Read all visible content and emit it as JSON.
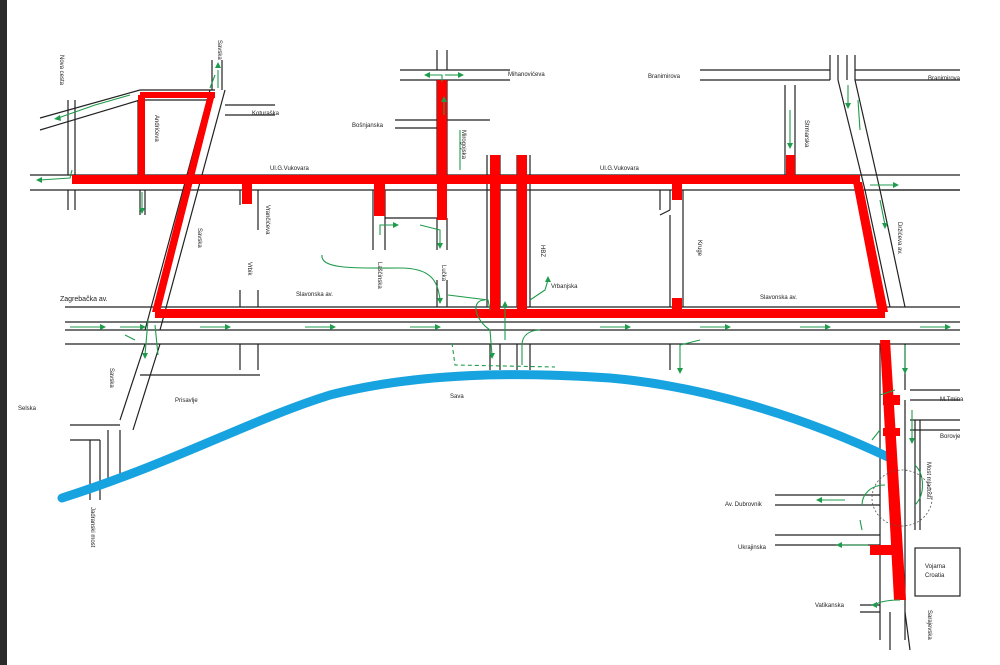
{
  "colors": {
    "closed_section": "#ff0000",
    "river": "#17a3e0",
    "detour": "#1e9b4b",
    "road": "#222222"
  },
  "streets": {
    "nova_cesta": "Nova cesta",
    "savska_top": "Savska",
    "koturaska": "Koturaška",
    "androvieva": "Andrićeva",
    "mihanoviceva": "Mihanovićeva",
    "branimirova_1": "Branimirova",
    "branimirova_2": "Branimirova",
    "bosnjanska": "Bošnjanska",
    "mirogojska": "Mirogojska",
    "strossmayer": "Strmarska",
    "vukovara_1": "Ul.G.Vukovara",
    "vukovara_2": "Ul.G.Vukovara",
    "vrancic": "Vrančićeva",
    "savska_mid": "Savska",
    "vrbik": "Vrbik",
    "lascina": "Laščinska",
    "lucka": "Lučka",
    "hbz": "HBZ",
    "kruge": "Kruge",
    "drziceva": "Držićeva av.",
    "zagrebacka": "Zagrebačka av.",
    "slavonska_1": "Slavonska av.",
    "vrbanjska": "Vrbanjska",
    "slavonska_2": "Slavonska av.",
    "savska_low": "Savska",
    "prisavlje": "Prisavlje",
    "sava": "Sava",
    "selska": "Selska",
    "jadranski_most": "Jadranski most",
    "m_tmina": "M.Tmina",
    "borovje": "Borovje",
    "most_mladosti": "Most mladosti",
    "av_dubrovnik": "Av. Dubrovnik",
    "ukrajinska": "Ukrajinska",
    "vatikanska": "Vatikanska",
    "sarajevska": "Sarajevska"
  },
  "landmarks": {
    "vojarna_line1": "Vojarna",
    "vojarna_line2": "Croatia"
  }
}
